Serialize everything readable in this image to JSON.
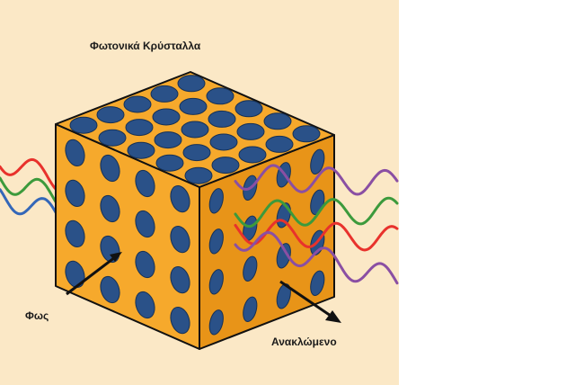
{
  "labels": {
    "title": "Φωτονικά Κρύσταλλα",
    "light": "Φως",
    "refracted": "Ανακλώμενο"
  },
  "colors": {
    "background": "#fbe8c6",
    "cube_face": "#f6a92c",
    "cube_face_shadow": "#e89418",
    "cube_edge": "#111111",
    "hole": "#2a5188",
    "hole_edge": "#163156",
    "wave_red": "#e8322c",
    "wave_green": "#3c9a3c",
    "wave_blue": "#3467b8",
    "wave_purple": "#8a4fa3",
    "arrow": "#111111"
  },
  "incoming_waves": [
    "red",
    "green",
    "blue"
  ],
  "outgoing_waves": [
    "purple",
    "green",
    "red",
    "purple"
  ]
}
